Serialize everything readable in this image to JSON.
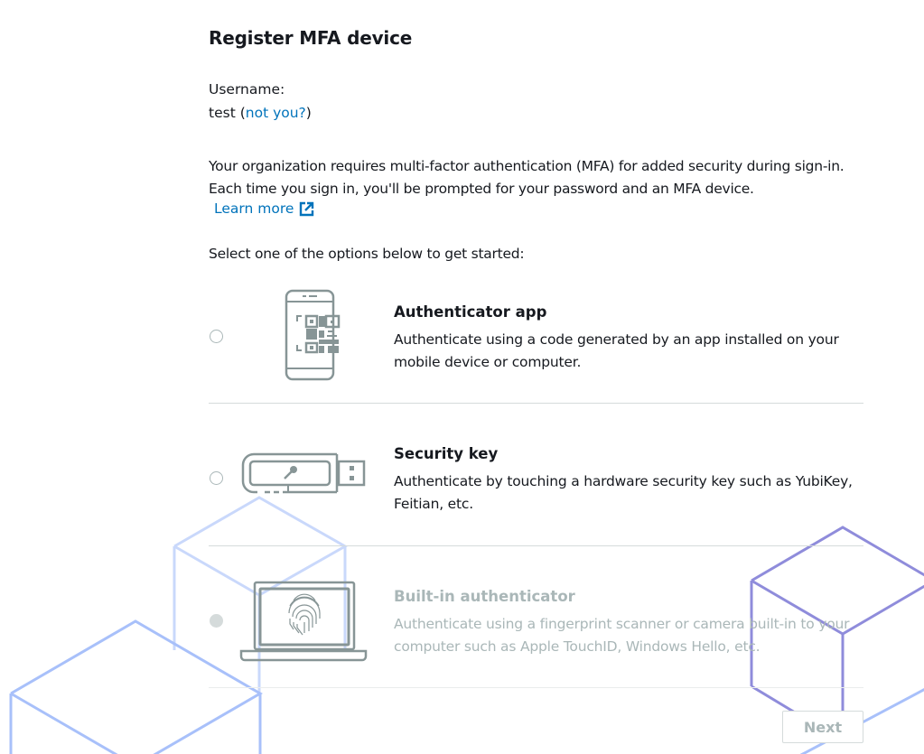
{
  "page": {
    "title": "Register MFA device"
  },
  "user": {
    "label": "Username:",
    "name": "test",
    "open_paren": " (",
    "not_you_link": "not you?",
    "close_paren": ")"
  },
  "intro": {
    "text": "Your organization requires multi-factor authentication (MFA) for added security during sign-in. Each time you sign in, you'll be prompted for your password and an MFA device.",
    "learn_more_link": "Learn more",
    "learn_more_icon": "external-link-icon"
  },
  "options_prompt": "Select one of the options below to get started:",
  "options": [
    {
      "id": "authenticator-app",
      "title": "Authenticator app",
      "description": "Authenticate using a code generated by an app installed on your mobile device or computer.",
      "icon": "phone-qr-code-icon",
      "selected": false,
      "disabled": false
    },
    {
      "id": "security-key",
      "title": "Security key",
      "description": "Authenticate by touching a hardware security key such as YubiKey, Feitian, etc.",
      "icon": "usb-security-key-icon",
      "selected": false,
      "disabled": false
    },
    {
      "id": "built-in-authenticator",
      "title": "Built-in authenticator",
      "description": "Authenticate using a fingerprint scanner or camera built-in to your computer such as Apple TouchID, Windows Hello, etc.",
      "icon": "laptop-fingerprint-icon",
      "selected": false,
      "disabled": true
    }
  ],
  "actions": {
    "next_label": "Next",
    "next_disabled": true
  },
  "colors": {
    "link": "#0073bb",
    "text": "#16191f",
    "icon_gray": "#879596",
    "disabled": "#aab7b8",
    "divider": "#d5dbdb",
    "deco_blue": "#a8c0fa",
    "deco_purple": "#8f8cdb"
  }
}
